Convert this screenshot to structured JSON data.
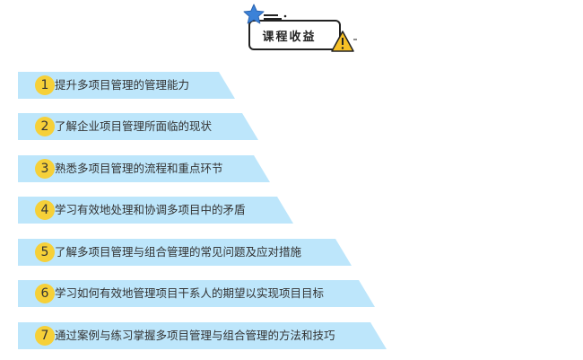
{
  "header": {
    "title": "课程收益",
    "icons": [
      "star-icon",
      "warning-icon"
    ]
  },
  "colors": {
    "bar": "#bde6fb",
    "number_badge": "#f6d038",
    "star": "#3b82d8",
    "warning": "#f6c026",
    "text": "#333333"
  },
  "items": [
    {
      "number": "1",
      "text": "提升多项目管理的管理能力"
    },
    {
      "number": "2",
      "text": "了解企业项目管理所面临的现状"
    },
    {
      "number": "3",
      "text": "熟悉多项目管理的流程和重点环节"
    },
    {
      "number": "4",
      "text": "学习有效地处理和协调多项目中的矛盾"
    },
    {
      "number": "5",
      "text": "了解多项目管理与组合管理的常见问题及应对措施"
    },
    {
      "number": "6",
      "text": "学习如何有效地管理项目干系人的期望以实现项目目标"
    },
    {
      "number": "7",
      "text": "通过案例与练习掌握多项目管理与组合管理的方法和技巧"
    }
  ]
}
